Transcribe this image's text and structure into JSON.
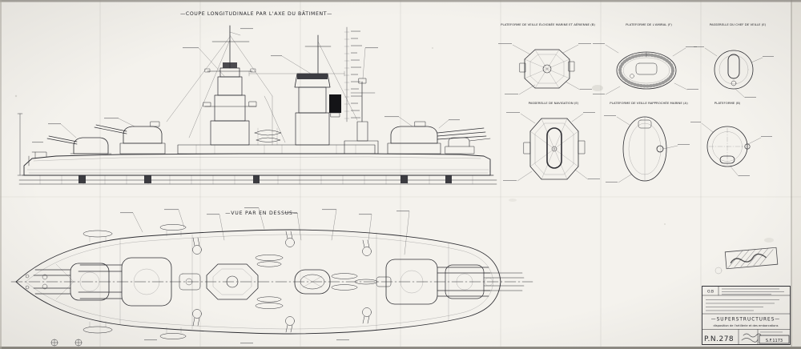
{
  "meta": {
    "paper_color": "#f4f2ed",
    "ink_color": "#2e2e33",
    "sheet_type": "naval architecture blueprint"
  },
  "side_view": {
    "title": "—COUPE LONGITUDINALE PAR L'AXE DU BÂTIMENT—"
  },
  "plan_view": {
    "title": "—VUE PAR EN DESSUS—"
  },
  "platforms": [
    {
      "id": "veille-eloignee",
      "title": "PLATEFORME DE VEILLE ÉLOIGNÉE MARINE ET AÉRIENNE (B)"
    },
    {
      "id": "amiral",
      "title": "PLATEFORME DE L'AMIRAL (F)"
    },
    {
      "id": "chef-de-veille",
      "title": "PASSERELLE DU CHEF DE VEILLE (E)"
    },
    {
      "id": "navigation",
      "title": "PASSERELLE DE NAVIGATION (E)"
    },
    {
      "id": "veille-rapprochee",
      "title": "PLATEFORME DE VEILLE RAPPROCHÉE MARINE (A)"
    },
    {
      "id": "plateforme-b",
      "title": "PLATEFORME (B)"
    }
  ],
  "title_block": {
    "org": "O.B",
    "main_title": "—SUPERSTRUCTURES—",
    "subtitle": "disposition de l'artillerie et des embarcations",
    "plan_number": "P.N.278",
    "reference": "S.F.1173"
  }
}
